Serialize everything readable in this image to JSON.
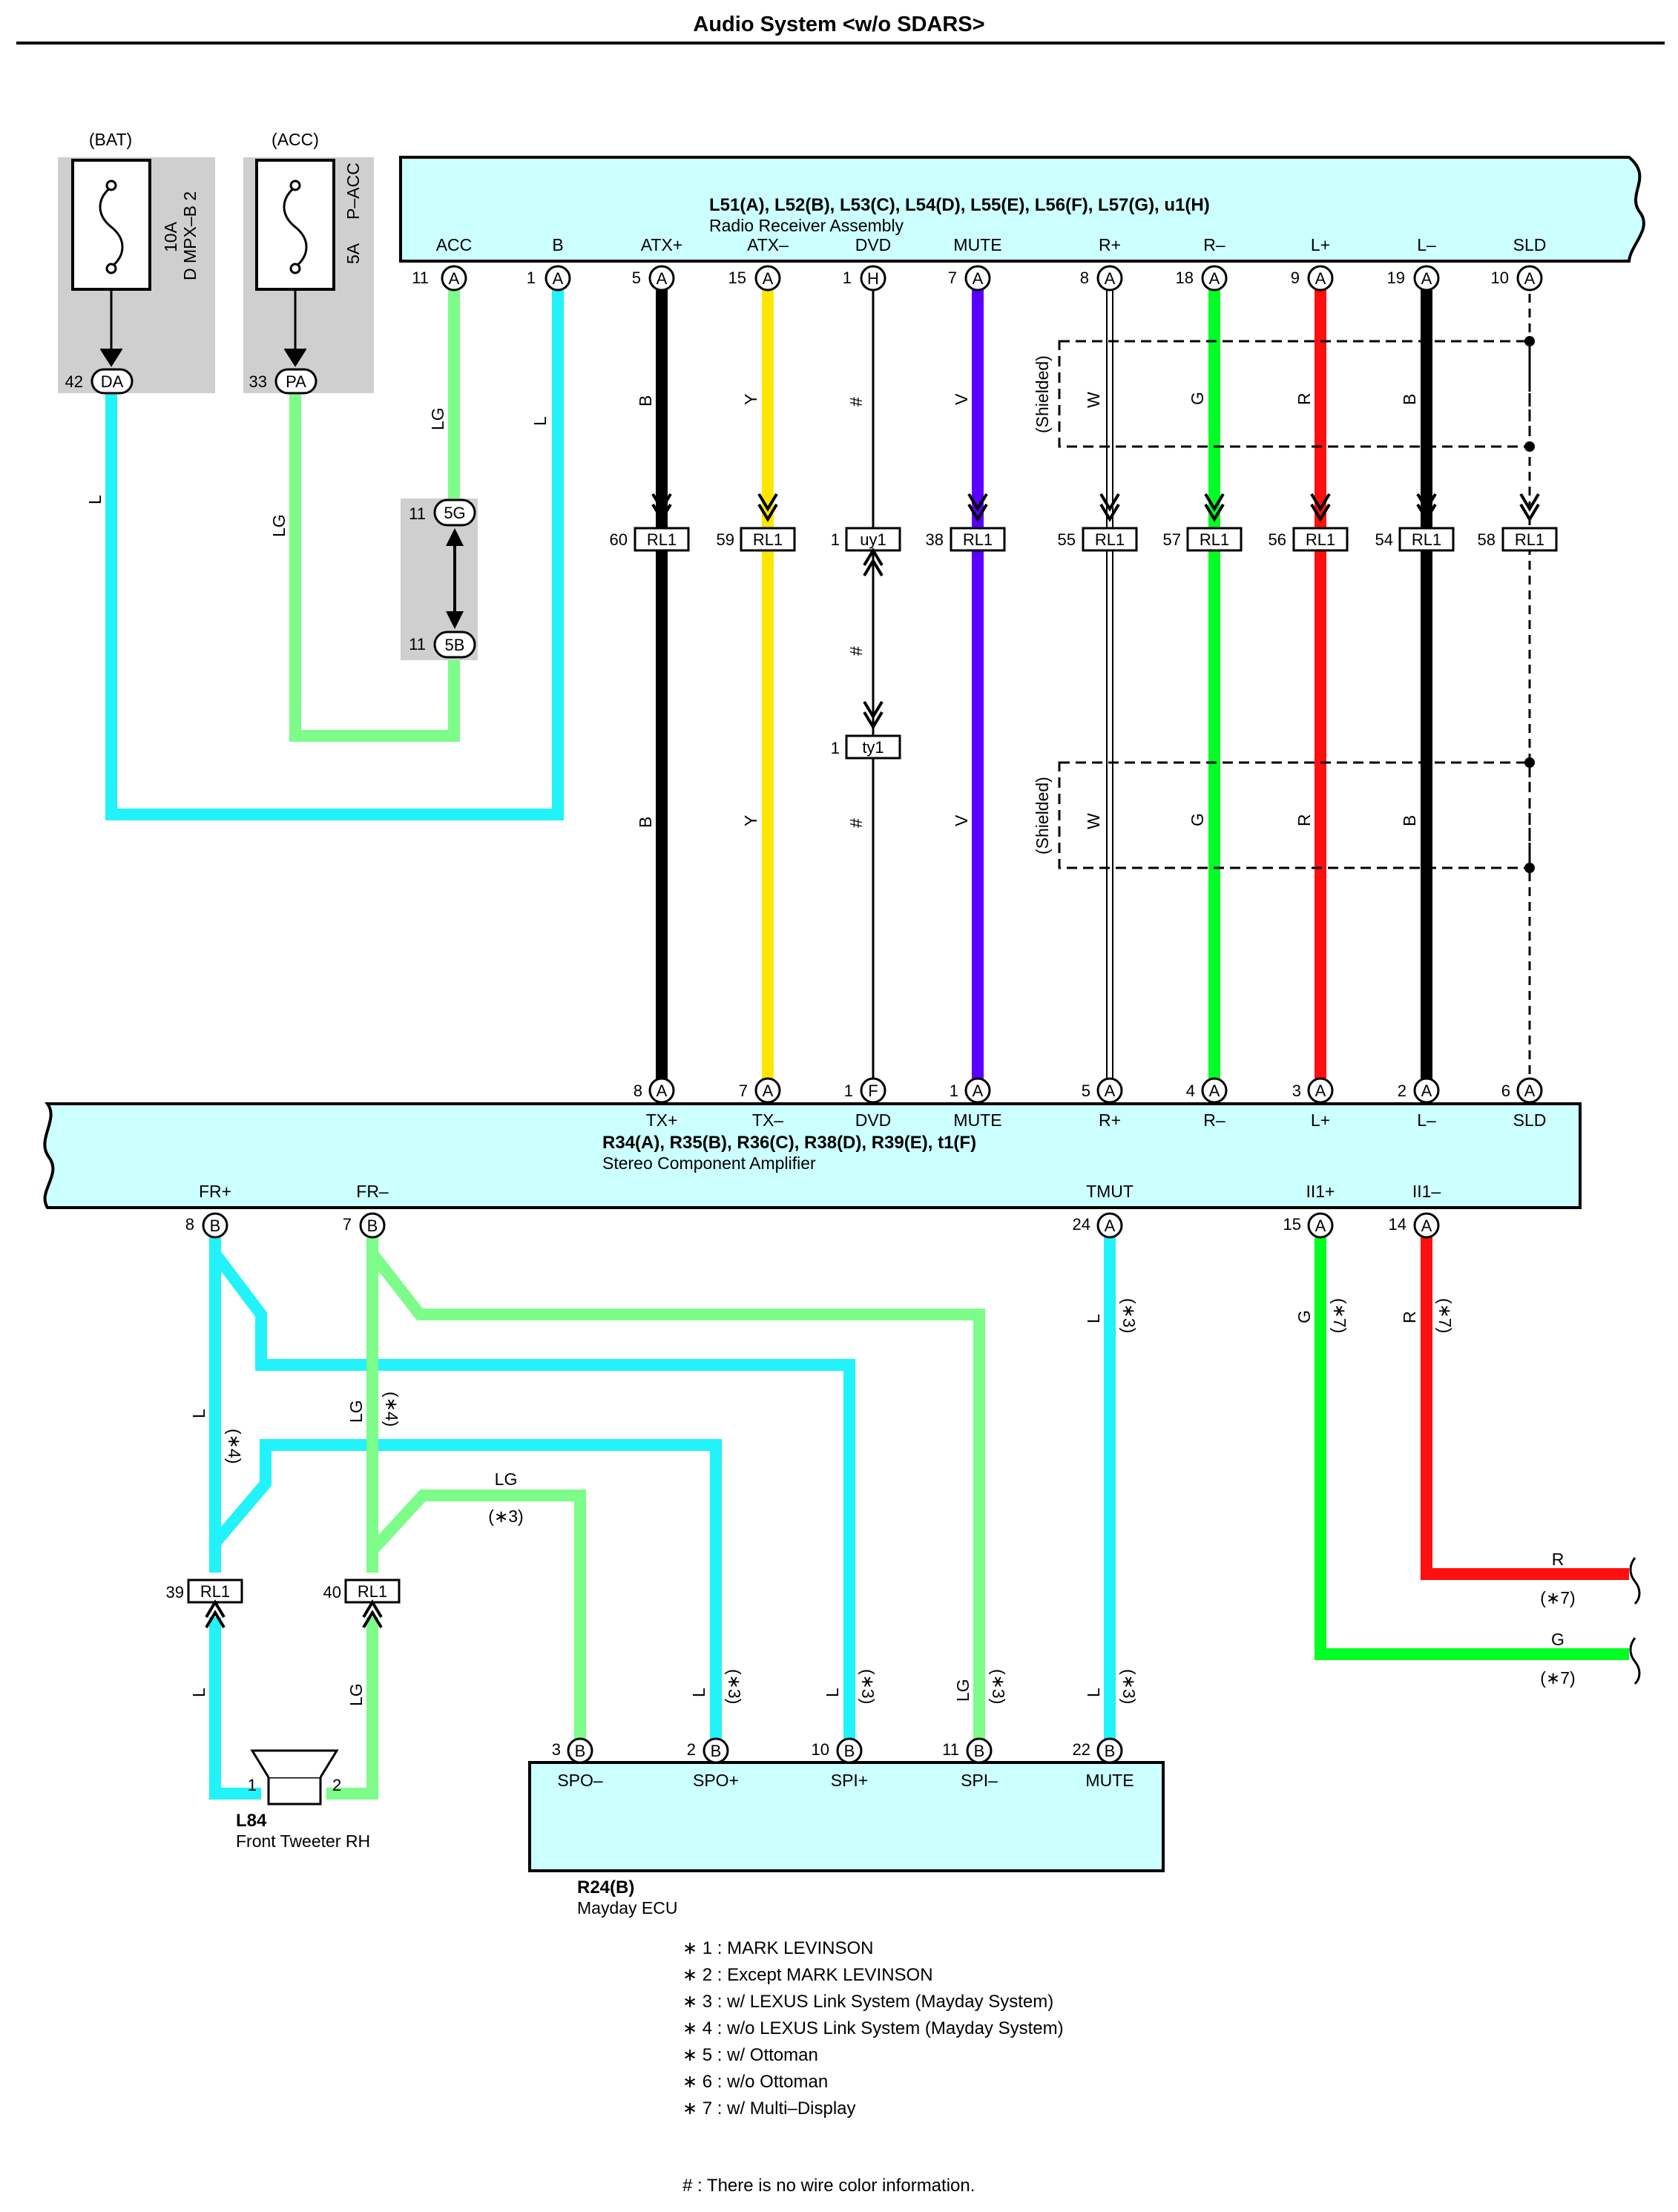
{
  "title": "Audio System <w/o SDARS>",
  "fuses": [
    {
      "supply": "(BAT)",
      "rating": "10A",
      "name": "D MPX–B 2",
      "pin": "42",
      "connector": "DA",
      "wire_color": "L"
    },
    {
      "supply": "(ACC)",
      "rating": "5A",
      "name": "P–ACC",
      "pin": "33",
      "connector": "PA",
      "wire_color": "LG"
    }
  ],
  "radio": {
    "connectors": "L51(A), L52(B), L53(C), L54(D), L55(E), L56(F), L57(G), u1(H)",
    "name": "Radio Receiver Assembly",
    "terminals": [
      {
        "label": "ACC",
        "pin": "11",
        "conn": "A"
      },
      {
        "label": "B",
        "pin": "1",
        "conn": "A"
      },
      {
        "label": "ATX+",
        "pin": "5",
        "conn": "A"
      },
      {
        "label": "ATX–",
        "pin": "15",
        "conn": "A"
      },
      {
        "label": "DVD",
        "pin": "1",
        "conn": "H"
      },
      {
        "label": "MUTE",
        "pin": "7",
        "conn": "A"
      },
      {
        "label": "R+",
        "pin": "8",
        "conn": "A"
      },
      {
        "label": "R–",
        "pin": "18",
        "conn": "A"
      },
      {
        "label": "L+",
        "pin": "9",
        "conn": "A"
      },
      {
        "label": "L–",
        "pin": "19",
        "conn": "A"
      },
      {
        "label": "SLD",
        "pin": "10",
        "conn": "A"
      }
    ]
  },
  "acc_wire_color": "LG",
  "b_wire_color": "L",
  "junction": {
    "top_pin": "11",
    "top_conn": "5G",
    "bottom_pin": "11",
    "bottom_conn": "5B"
  },
  "signal_wires": [
    {
      "color_code": "B",
      "pin": "60",
      "conn": "RL1"
    },
    {
      "color_code": "Y",
      "pin": "59",
      "conn": "RL1"
    },
    {
      "color_code": "#",
      "pin": "1",
      "conn": "uy1",
      "pin2": "1",
      "conn2": "ty1"
    },
    {
      "color_code": "V",
      "pin": "38",
      "conn": "RL1"
    },
    {
      "color_code": "W",
      "pin": "55",
      "conn": "RL1"
    },
    {
      "color_code": "G",
      "pin": "57",
      "conn": "RL1"
    },
    {
      "color_code": "R",
      "pin": "56",
      "conn": "RL1"
    },
    {
      "color_code": "B",
      "pin": "54",
      "conn": "RL1"
    },
    {
      "color_code": "",
      "pin": "58",
      "conn": "RL1"
    }
  ],
  "shielded_label": "(Shielded)",
  "amplifier": {
    "connectors": "R34(A), R35(B), R36(C), R38(D), R39(E), t1(F)",
    "name": "Stereo Component Amplifier",
    "top_terminals": [
      {
        "label": "TX+",
        "pin": "8",
        "conn": "A"
      },
      {
        "label": "TX–",
        "pin": "7",
        "conn": "A"
      },
      {
        "label": "DVD",
        "pin": "1",
        "conn": "F"
      },
      {
        "label": "MUTE",
        "pin": "1",
        "conn": "A"
      },
      {
        "label": "R+",
        "pin": "5",
        "conn": "A"
      },
      {
        "label": "R–",
        "pin": "4",
        "conn": "A"
      },
      {
        "label": "L+",
        "pin": "3",
        "conn": "A"
      },
      {
        "label": "L–",
        "pin": "2",
        "conn": "A"
      },
      {
        "label": "SLD",
        "pin": "6",
        "conn": "A"
      }
    ],
    "bottom_terminals": [
      {
        "label": "FR+",
        "pin": "8",
        "conn": "B"
      },
      {
        "label": "FR–",
        "pin": "7",
        "conn": "B"
      },
      {
        "label": "TMUT",
        "pin": "24",
        "conn": "A"
      },
      {
        "label": "II1+",
        "pin": "15",
        "conn": "A"
      },
      {
        "label": "II1–",
        "pin": "14",
        "conn": "A"
      }
    ]
  },
  "lower_wires": {
    "fr_plus": {
      "color": "L",
      "note": "(∗4)"
    },
    "fr_minus": {
      "color": "LG",
      "note": "(∗4)"
    },
    "tmut": {
      "color": "L",
      "note": "(∗3)"
    },
    "ii1_plus": {
      "color": "G",
      "note": "(∗7)"
    },
    "ii1_minus": {
      "color": "R",
      "note": "(∗7)"
    },
    "spo_minus": {
      "color": "LG",
      "note": "(∗3)"
    },
    "spo_plus": {
      "color": "L",
      "note": "(∗3)"
    },
    "spi_plus": {
      "color": "L",
      "note": "(∗3)"
    },
    "spi_minus": {
      "color": "LG",
      "note": "(∗3)"
    },
    "mute": {
      "color": "L",
      "note": "(∗3)"
    },
    "exit_r": {
      "color": "R",
      "note": "(∗7)"
    },
    "exit_g": {
      "color": "G",
      "note": "(∗7)"
    }
  },
  "tweeter_connectors": [
    {
      "pin": "39",
      "conn": "RL1",
      "wire_color": "L"
    },
    {
      "pin": "40",
      "conn": "RL1",
      "wire_color": "LG"
    }
  ],
  "tweeter": {
    "code": "L84",
    "name": "Front Tweeter RH",
    "pin1": "1",
    "pin2": "2"
  },
  "mayday": {
    "code": "R24(B)",
    "name": "Mayday ECU",
    "terminals": [
      {
        "label": "SPO–",
        "pin": "3",
        "conn": "B"
      },
      {
        "label": "SPO+",
        "pin": "2",
        "conn": "B"
      },
      {
        "label": "SPI+",
        "pin": "10",
        "conn": "B"
      },
      {
        "label": "SPI–",
        "pin": "11",
        "conn": "B"
      },
      {
        "label": "MUTE",
        "pin": "22",
        "conn": "B"
      }
    ]
  },
  "notes": [
    "∗ 1 : MARK LEVINSON",
    "∗ 2 : Except MARK LEVINSON",
    "∗ 3 : w/ LEXUS Link System (Mayday System)",
    "∗ 4 : w/o LEXUS Link System (Mayday System)",
    "∗ 5 : w/ Ottoman",
    "∗ 6 : w/o Ottoman",
    "∗ 7 : w/ Multi–Display"
  ],
  "footnote": "# : There is no wire color information.",
  "colors": {
    "cyan_L": "#22f2fa",
    "light_green_LG": "#7dfc8a",
    "black_B": "#000000",
    "yellow_Y": "#ffe600",
    "violet_V": "#5a00ff",
    "green_G": "#00ff22",
    "red_R": "#ff0f0f",
    "component_fill": "#ccffff",
    "fuse_box_gray": "#cfcfcf"
  }
}
